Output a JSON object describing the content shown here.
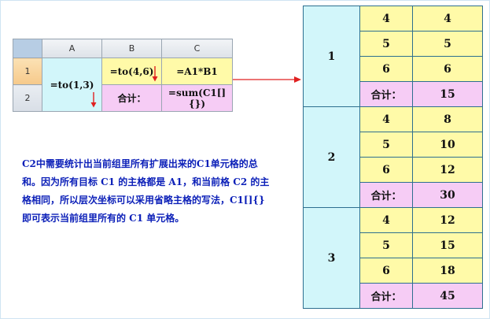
{
  "designer": {
    "column_headers": [
      "A",
      "B",
      "C"
    ],
    "row_headers": [
      "1",
      "2"
    ],
    "a1": "=to(1,3)",
    "b1": "=to(4,6)",
    "c1": "=A1*B1",
    "b2": "合计：",
    "c2": "=sum(C1[]{})"
  },
  "note": {
    "text": "C2中需要统计出当前组里所有扩展出来的C1单元格的总和。因为所有目标 C1 的主格都是 A1，和当前格 C2 的主格相同，所以层次坐标可以采用省略主格的写法，C1[]{}即可表示当前组里所有的 C1 单元格。"
  },
  "result": {
    "groups": [
      {
        "label": "1",
        "rows": [
          [
            "4",
            "4"
          ],
          [
            "5",
            "5"
          ],
          [
            "6",
            "6"
          ]
        ],
        "total_label": "合计：",
        "total": "15"
      },
      {
        "label": "2",
        "rows": [
          [
            "4",
            "8"
          ],
          [
            "5",
            "10"
          ],
          [
            "6",
            "12"
          ]
        ],
        "total_label": "合计：",
        "total": "30"
      },
      {
        "label": "3",
        "rows": [
          [
            "4",
            "12"
          ],
          [
            "5",
            "15"
          ],
          [
            "6",
            "18"
          ]
        ],
        "total_label": "合计：",
        "total": "45"
      }
    ]
  },
  "colors": {
    "cyan": "#d2f6fa",
    "yellow": "#fffaa8",
    "pink": "#f6ccf5",
    "note_text": "#0b1fb8",
    "arrow": "#e02020"
  },
  "icons": [
    "down-arrow-icon",
    "connector-arrow-icon"
  ]
}
